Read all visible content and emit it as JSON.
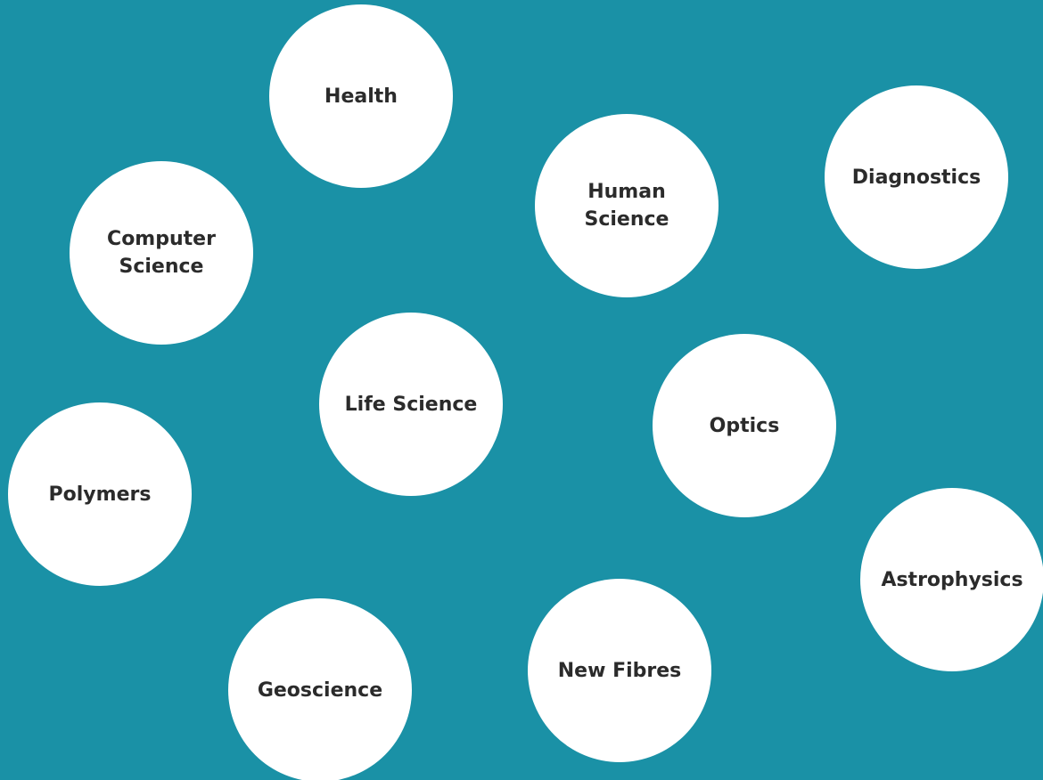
{
  "background_color": "#1a91a6",
  "bubble_color": "#ffffff",
  "text_color": "#2b2b2b",
  "topics": {
    "health": "Health",
    "computer_science": "Computer\nScience",
    "human_science": "Human\nScience",
    "diagnostics": "Diagnostics",
    "life_science": "Life Science",
    "optics": "Optics",
    "polymers": "Polymers",
    "astrophysics": "Astrophysics",
    "geoscience": "Geoscience",
    "new_fibres": "New Fibres"
  }
}
